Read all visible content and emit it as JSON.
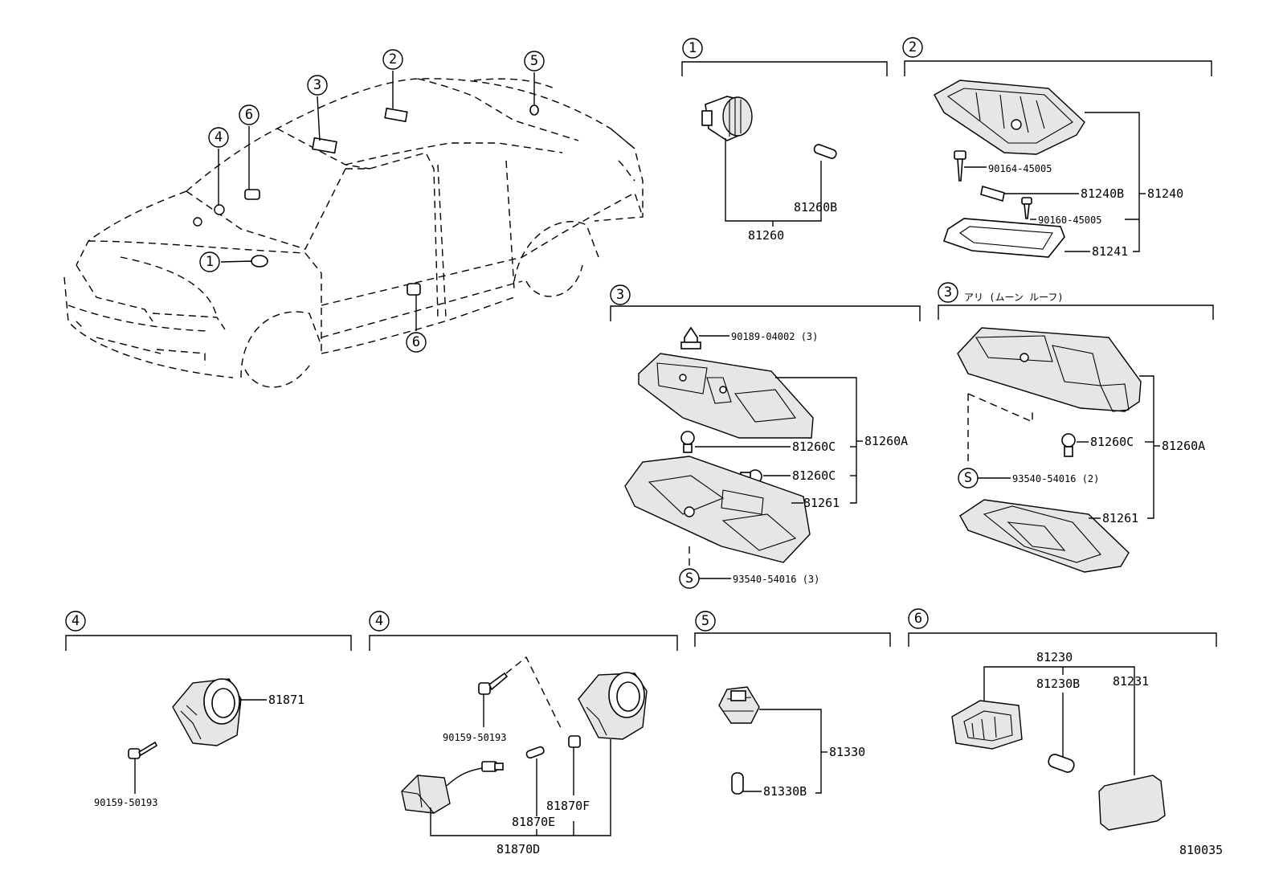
{
  "car_callouts": [
    "1",
    "2",
    "3",
    "4",
    "5",
    "6",
    "6"
  ],
  "sections": {
    "s1": {
      "num": "1",
      "parts": [
        "81260B",
        "81260"
      ]
    },
    "s2": {
      "num": "2",
      "parts": [
        "90164-45005",
        "81240B",
        "81240",
        "90160-45005",
        "81241"
      ]
    },
    "s3a": {
      "num": "3",
      "parts": [
        "90189-04002 (3)",
        "81260C",
        "81260A",
        "81260C",
        "81261",
        "93540-54016 (3)"
      ],
      "symbol": "S"
    },
    "s3b": {
      "num": "3",
      "note": "アリ (ムーン ルーフ)",
      "parts": [
        "81260C",
        "81260A",
        "93540-54016 (2)",
        "81261"
      ],
      "symbol": "S"
    },
    "s4a": {
      "num": "4",
      "parts": [
        "81871",
        "90159-50193"
      ]
    },
    "s4b": {
      "num": "4",
      "parts": [
        "90159-50193",
        "81870F",
        "81870E",
        "81870D"
      ]
    },
    "s5": {
      "num": "5",
      "parts": [
        "81330",
        "81330B"
      ]
    },
    "s6": {
      "num": "6",
      "parts": [
        "81230",
        "81230B",
        "81231"
      ]
    }
  },
  "diagram_id": "810035"
}
